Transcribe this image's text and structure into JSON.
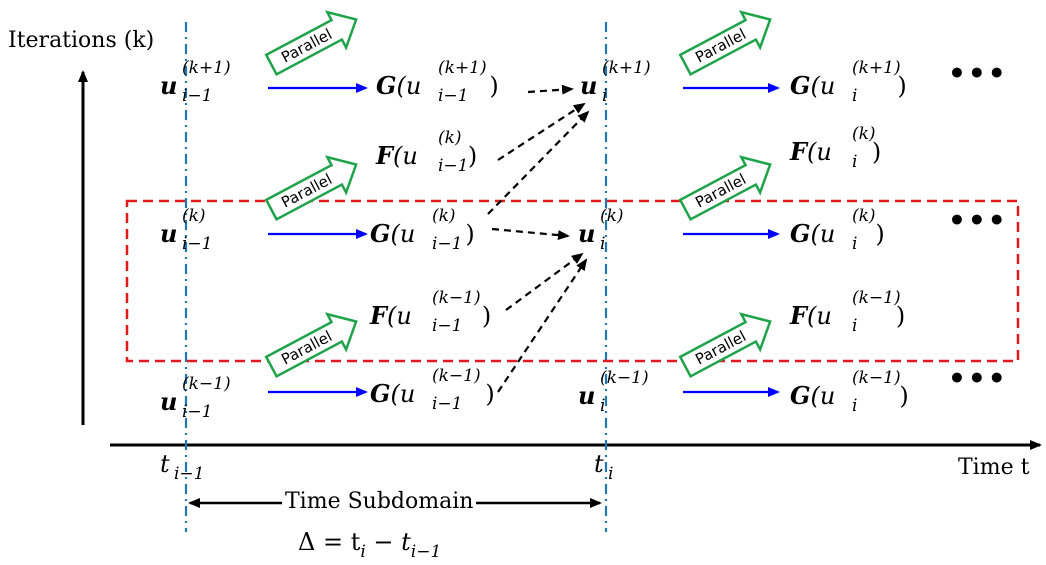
{
  "axes": {
    "y_label": "Iterations (k)",
    "x_label": "Time t",
    "t_left": "t",
    "t_left_sub": "i−1",
    "t_right": "t",
    "t_right_sub": "i"
  },
  "subdomain": {
    "label": "Time Subdomain",
    "delta": "Δ = t",
    "delta_sub1": "i",
    "delta_minus": " − t",
    "delta_sub2": "i−1"
  },
  "parallel_label": "Parallel",
  "ellipsis": "•••",
  "rows": {
    "k_plus_1": {
      "u_prev": {
        "base": "u",
        "sup": "(k+1)",
        "sub": "i−1"
      },
      "G_prev": {
        "op": "G",
        "arg": "(u",
        "sup": "(k+1)",
        "sub": "i−1",
        "close": ")"
      },
      "u_cur": {
        "base": "u",
        "sup": "(k+1)",
        "sub": "i"
      },
      "G_cur": {
        "op": "G",
        "arg": "(u",
        "sup": "(k+1)",
        "sub": "i",
        "close": ")"
      }
    },
    "F_k": {
      "F_prev": {
        "op": "F",
        "arg": "(u",
        "sup": "(k)",
        "sub": "i−1",
        "close": ")"
      },
      "F_cur": {
        "op": "F",
        "arg": "(u",
        "sup": "(k)",
        "sub": "i",
        "close": ")"
      }
    },
    "k": {
      "u_prev": {
        "base": "u",
        "sup": "(k)",
        "sub": "i−1"
      },
      "G_prev": {
        "op": "G",
        "arg": "(u",
        "sup": "(k)",
        "sub": "i−1",
        "close": ")"
      },
      "u_cur": {
        "base": "u",
        "sup": "(k)",
        "sub": "i"
      },
      "G_cur": {
        "op": "G",
        "arg": "(u",
        "sup": "(k)",
        "sub": "i",
        "close": ")"
      }
    },
    "F_k_minus_1": {
      "F_prev": {
        "op": "F",
        "arg": "(u",
        "sup": "(k−1)",
        "sub": "i−1",
        "close": ")"
      },
      "F_cur": {
        "op": "F",
        "arg": "(u",
        "sup": "(k−1)",
        "sub": "i",
        "close": ")"
      }
    },
    "k_minus_1": {
      "u_prev": {
        "base": "u",
        "sup": "(k−1)",
        "sub": "i−1"
      },
      "G_prev": {
        "op": "G",
        "arg": "(u",
        "sup": "(k−1)",
        "sub": "i−1",
        "close": ")"
      },
      "u_cur": {
        "base": "u",
        "sup": "(k−1)",
        "sub": "i"
      },
      "G_cur": {
        "op": "G",
        "arg": "(u",
        "sup": "(k−1)",
        "sub": "i",
        "close": ")"
      }
    }
  },
  "colors": {
    "blue_arrow": "#0000ff",
    "dashed_box": "#e31a1c",
    "dashdot_line": "#1f77b4",
    "parallel_arrow": "#1fa34a",
    "black": "#000000"
  }
}
